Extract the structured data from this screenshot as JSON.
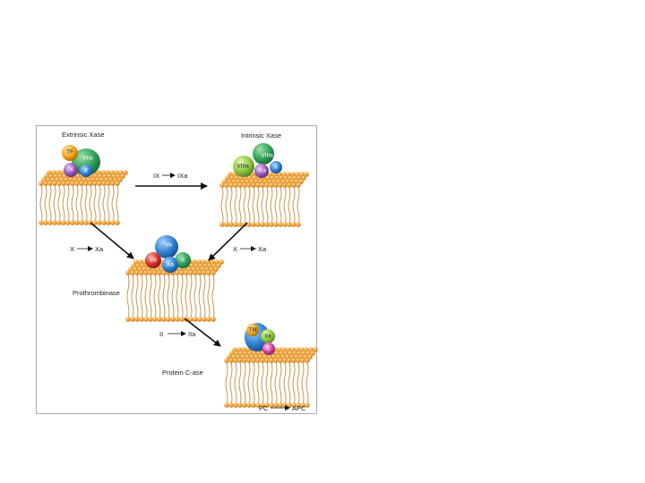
{
  "figure": {
    "complexes": {
      "extrinsic_xase": {
        "title": "Extrinsic Xase",
        "proteins": {
          "tf": "TF",
          "viia": "VIIa",
          "ix": "IX",
          "x": "X"
        }
      },
      "intrinsic_xase": {
        "title": "Intrinsic Xase",
        "proteins": {
          "viiia": "VIIIa",
          "viiia_small": "VIIIa",
          "ixa": "IXa",
          "x": "X"
        }
      },
      "prothrombinase": {
        "title": "Prothrombinase",
        "proteins": {
          "va_top": "Va",
          "va": "Va",
          "xa": "Xa",
          "ii": "II"
        }
      },
      "protein_c_ase": {
        "title": "Protein C-ase",
        "proteins": {
          "tm": "TM",
          "iia": "IIa",
          "c": "C"
        }
      }
    },
    "reactions": {
      "ix_to_ixa": {
        "from": "IX",
        "to": "IXa"
      },
      "x_to_xa_left": {
        "from": "X",
        "to": "Xa"
      },
      "x_to_xa_right": {
        "from": "X",
        "to": "Xa"
      },
      "ii_to_iia": {
        "from": "II",
        "to": "IIa"
      },
      "pc_to_apc": {
        "from": "PC",
        "to": "APC"
      }
    },
    "colors": {
      "membrane_head": "#f0a640",
      "membrane_tail": "#c98a3a",
      "green_protein": "#2fa25a",
      "light_green_protein": "#8cc63f",
      "orange_protein": "#f3a21c",
      "blue_protein": "#2f7fd0",
      "purple_protein": "#9b59b6",
      "red_protein": "#d9302c",
      "magenta_protein": "#d63fa0"
    }
  }
}
